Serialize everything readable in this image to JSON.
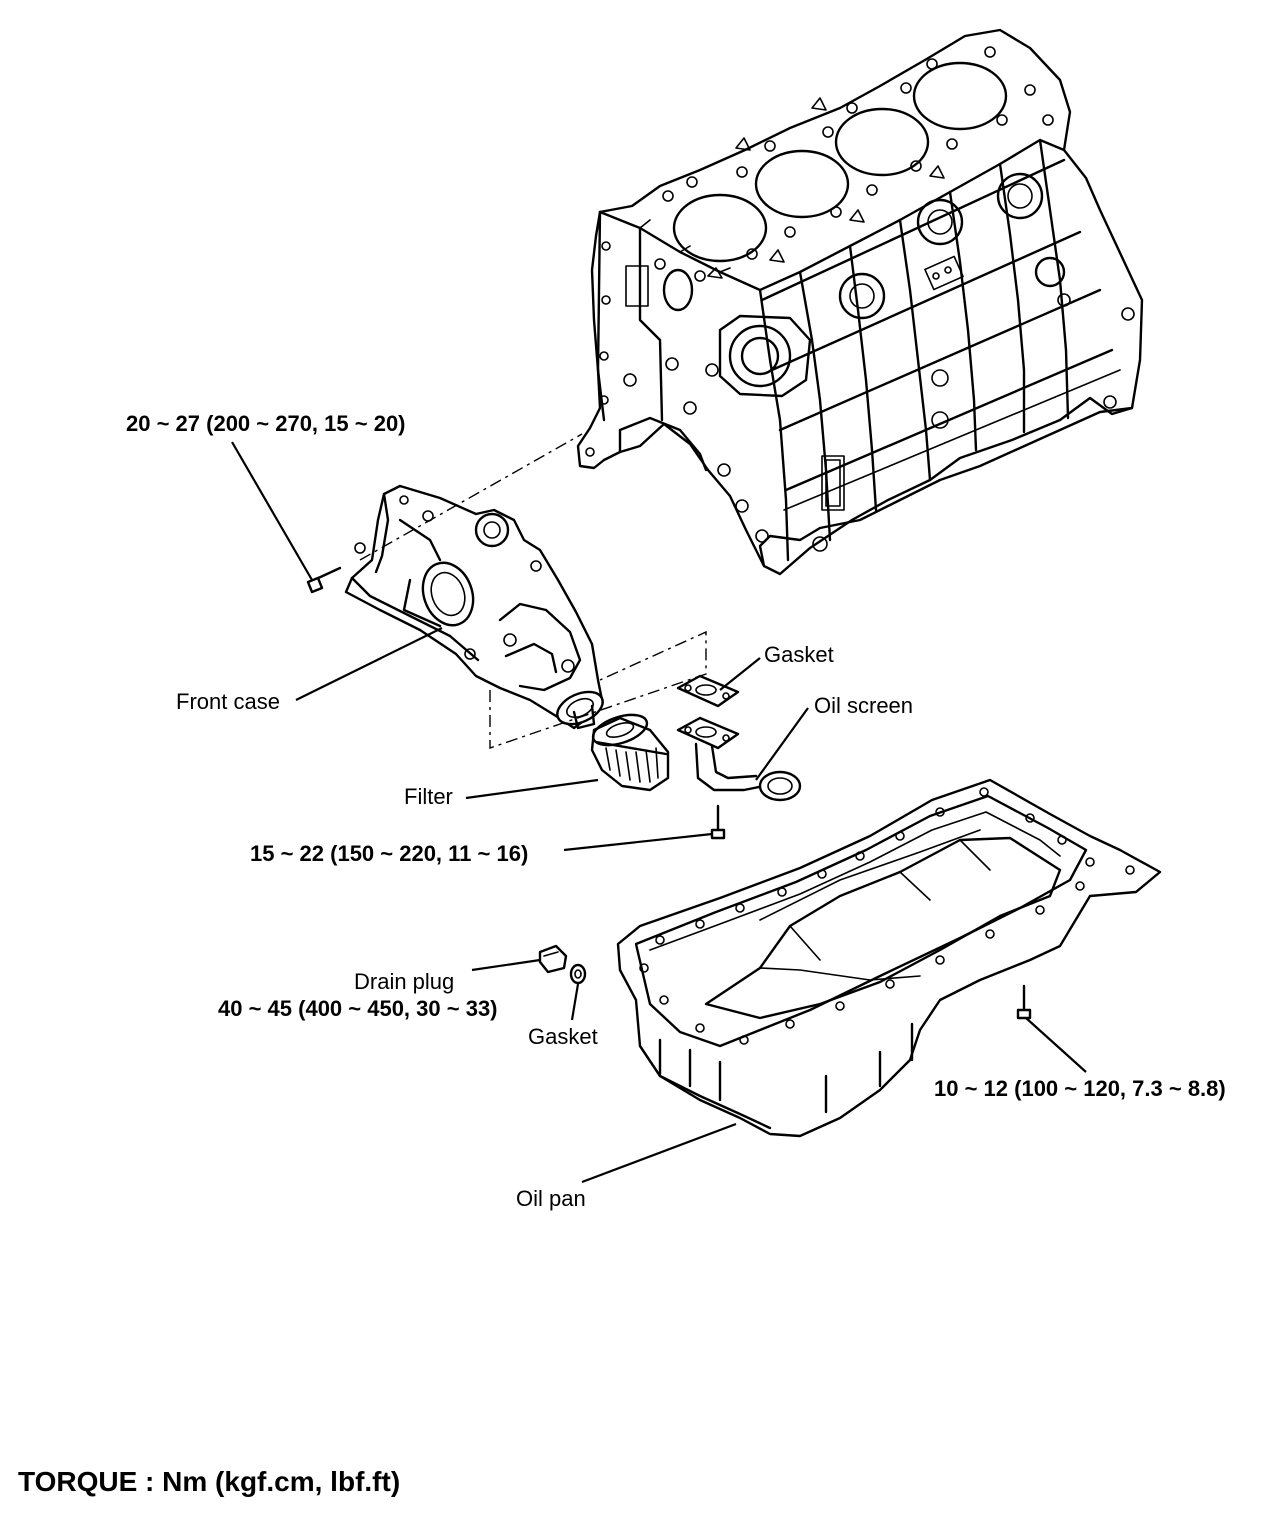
{
  "labels": {
    "front_case_bolt_torque": "20 ~ 27 (200 ~ 270, 15 ~ 20)",
    "front_case": "Front case",
    "filter": "Filter",
    "gasket_screen": "Gasket",
    "oil_screen": "Oil screen",
    "oil_screen_bolt_torque": "15 ~ 22 (150 ~ 220, 11 ~ 16)",
    "drain_plug": "Drain plug",
    "drain_plug_torque": "40 ~ 45 (400 ~ 450, 30 ~ 33)",
    "gasket_drain": "Gasket",
    "oil_pan_bolt_torque": "10 ~ 12 (100 ~ 120, 7.3 ~ 8.8)",
    "oil_pan": "Oil pan"
  },
  "footer": {
    "torque_units": "TORQUE : Nm (kgf.cm, lbf.ft)"
  }
}
